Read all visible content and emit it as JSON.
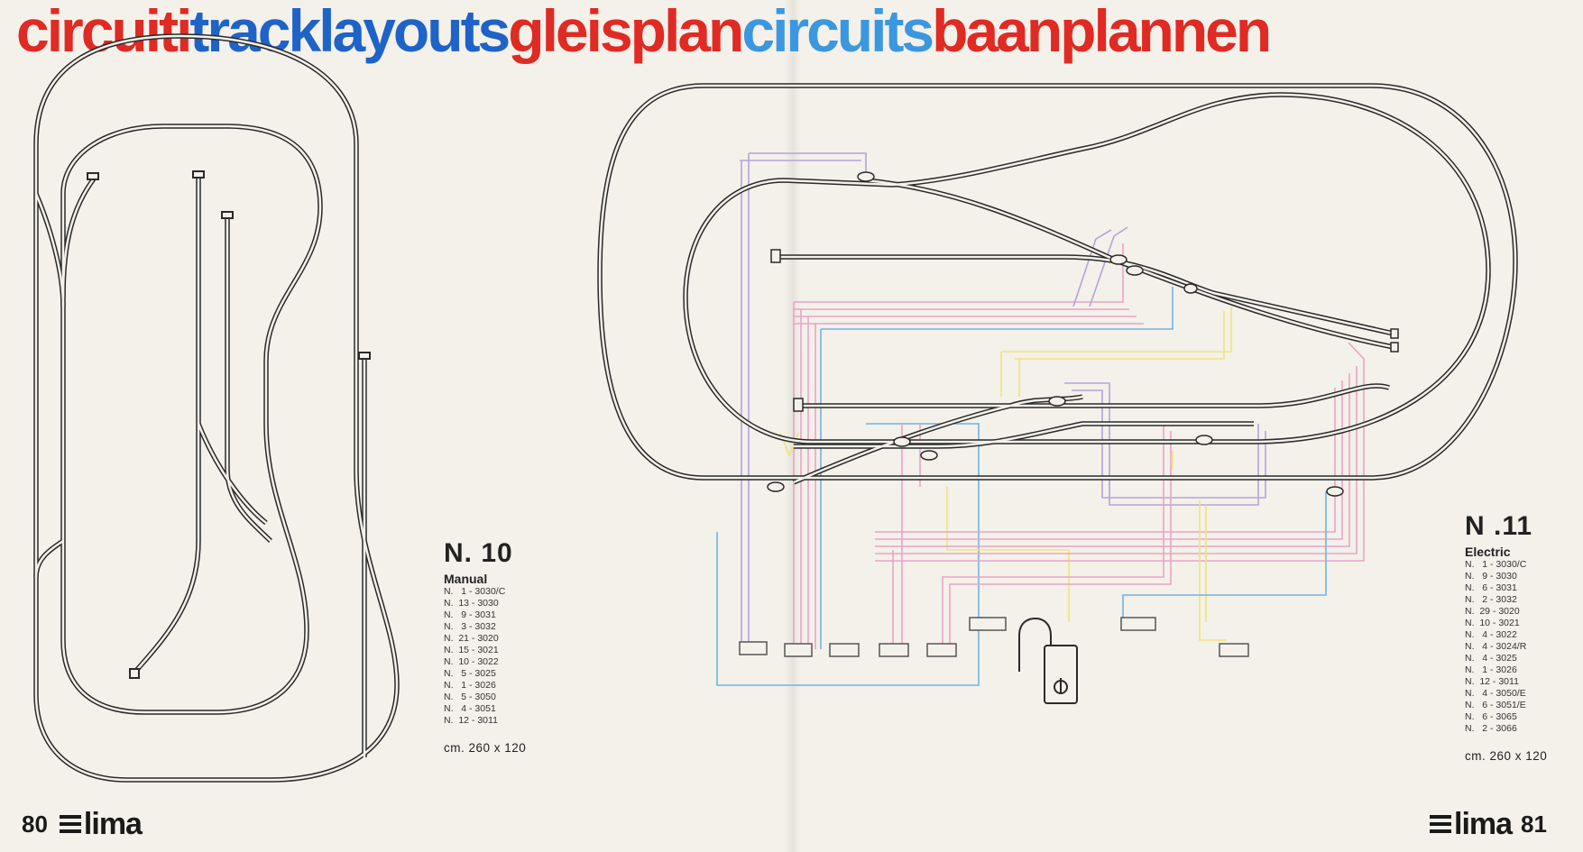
{
  "title": {
    "words": [
      {
        "text": "circuiti",
        "color": "#e02a24"
      },
      {
        "text": "tracklayouts",
        "color": "#1f63c8"
      },
      {
        "text": "gleis",
        "color": "#e02a24"
      },
      {
        "text": "plan",
        "color": "#e02a24"
      },
      {
        "text": "circuits",
        "color": "#3b97e0"
      },
      {
        "text": "baanplannen",
        "color": "#e02a24"
      }
    ]
  },
  "plans": [
    {
      "number": "N. 10",
      "mode": "Manual",
      "parts": [
        "N.   1 - 3030/C",
        "N.  13 - 3030",
        "N.   9 - 3031",
        "N.   3 - 3032",
        "N.  21 - 3020",
        "N.  15 - 3021",
        "N.  10 - 3022",
        "N.   5 - 3025",
        "N.   1 - 3026",
        "N.   5 - 3050",
        "N.   4 - 3051",
        "N.  12 - 3011"
      ],
      "dimensions": "cm.  260 x 120"
    },
    {
      "number": "N .11",
      "mode": "Electric",
      "parts": [
        "N.   1 - 3030/C",
        "N.   9 - 3030",
        "N.   6 - 3031",
        "N.   2 - 3032",
        "N.  29 - 3020",
        "N.  10 - 3021",
        "N.   4 - 3022",
        "N.   4 - 3024/R",
        "N.   4 - 3025",
        "N.   1 - 3026",
        "N.  12 - 3011",
        "N.   4 - 3050/E",
        "N.   6 - 3051/E",
        "N.   6 - 3065",
        "N.   2 - 3066"
      ],
      "dimensions": "cm.  260 x 120"
    }
  ],
  "footer": {
    "left_page": "80",
    "right_page": "81",
    "brand": "lima"
  },
  "colors": {
    "track": "#2a2a2a",
    "wire_pink": "#e9a4c6",
    "wire_purple": "#b6a2dc",
    "wire_blue": "#6fb3e4",
    "wire_yellow": "#f1e37a"
  }
}
